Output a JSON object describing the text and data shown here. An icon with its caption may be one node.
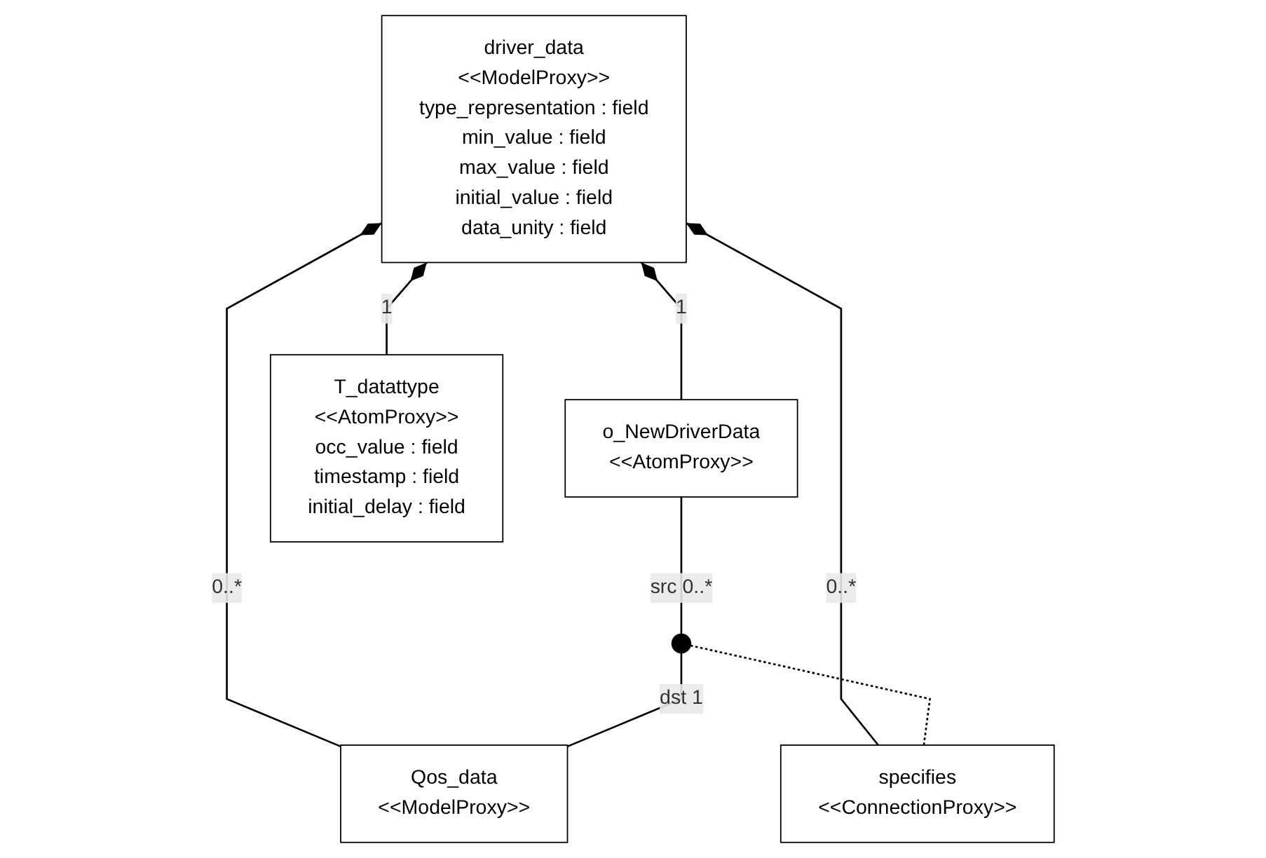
{
  "diagram": {
    "nodes": [
      {
        "text": [
          "driver_data",
          "<<ModelProxy>>",
          "type_representation : field",
          "min_value : field",
          "max_value : field",
          "initial_value : field",
          "data_unity : field"
        ]
      },
      {
        "text": [
          "o_NewDriverData",
          "<<AtomProxy>>"
        ]
      },
      {
        "text": [
          "specifies",
          "<<ConnectionProxy>>"
        ]
      },
      {
        "text": [],
        "shape": "circle"
      },
      {
        "text": [
          "T_datattype",
          "<<AtomProxy>>",
          "occ_value : field",
          "timestamp : field",
          "initial_delay : field"
        ]
      },
      {
        "text": [
          "Qos_data",
          "<<ModelProxy>>"
        ]
      }
    ],
    "edges": [
      {
        "from": 0,
        "to": 1,
        "arrow": "other",
        "label": "1"
      },
      {
        "from": 0,
        "to": 4,
        "arrow": "other",
        "label": "1"
      },
      {
        "from": 0,
        "to": 2,
        "arrow": "other",
        "label": "0..*"
      },
      {
        "from": 0,
        "to": 5,
        "arrow": "other",
        "label": "0..*"
      },
      {
        "from": 1,
        "to": 3,
        "arrow": "none",
        "label": "src 0..*"
      },
      {
        "from": 3,
        "to": 5,
        "arrow": "none",
        "label": "dst 1"
      },
      {
        "from": 3,
        "to": 2,
        "arrow": "none",
        "style": "dashed"
      }
    ]
  }
}
